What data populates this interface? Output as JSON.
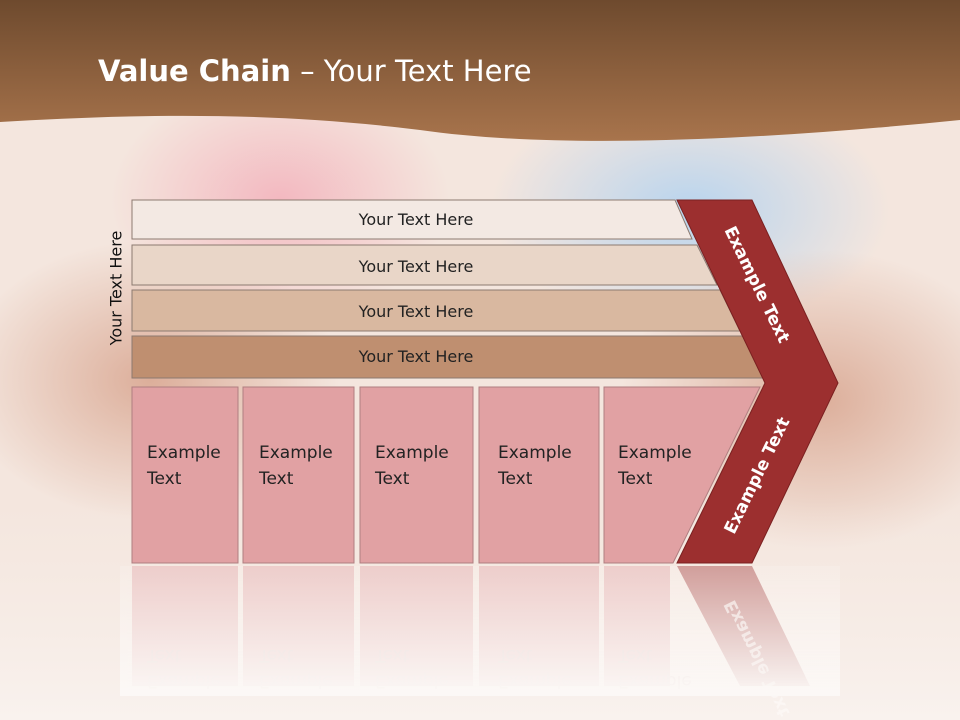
{
  "title": {
    "bold": "Value Chain",
    "rest": " – Your Text Here"
  },
  "side_label": "Your Text Here",
  "bars": [
    {
      "label": "Your Text Here",
      "color": "#f3e9e3"
    },
    {
      "label": "Your Text Here",
      "color": "#e9d6c8"
    },
    {
      "label": "Your Text Here",
      "color": "#d9b8a0"
    },
    {
      "label": "Your Text Here",
      "color": "#bf8f70"
    }
  ],
  "boxes": [
    {
      "line1": "Example",
      "line2": "Text"
    },
    {
      "line1": "Example",
      "line2": "Text"
    },
    {
      "line1": "Example",
      "line2": "Text"
    },
    {
      "line1": "Example",
      "line2": "Text"
    },
    {
      "line1": "Example",
      "line2": "Text"
    }
  ],
  "chevron_top_label": "Example Text",
  "chevron_bottom_label": "Example Text",
  "colors": {
    "header": "#8a5a3a",
    "chevron": "#9c2f2f",
    "box": "#e1a1a3",
    "box_border": "#b07e80"
  }
}
